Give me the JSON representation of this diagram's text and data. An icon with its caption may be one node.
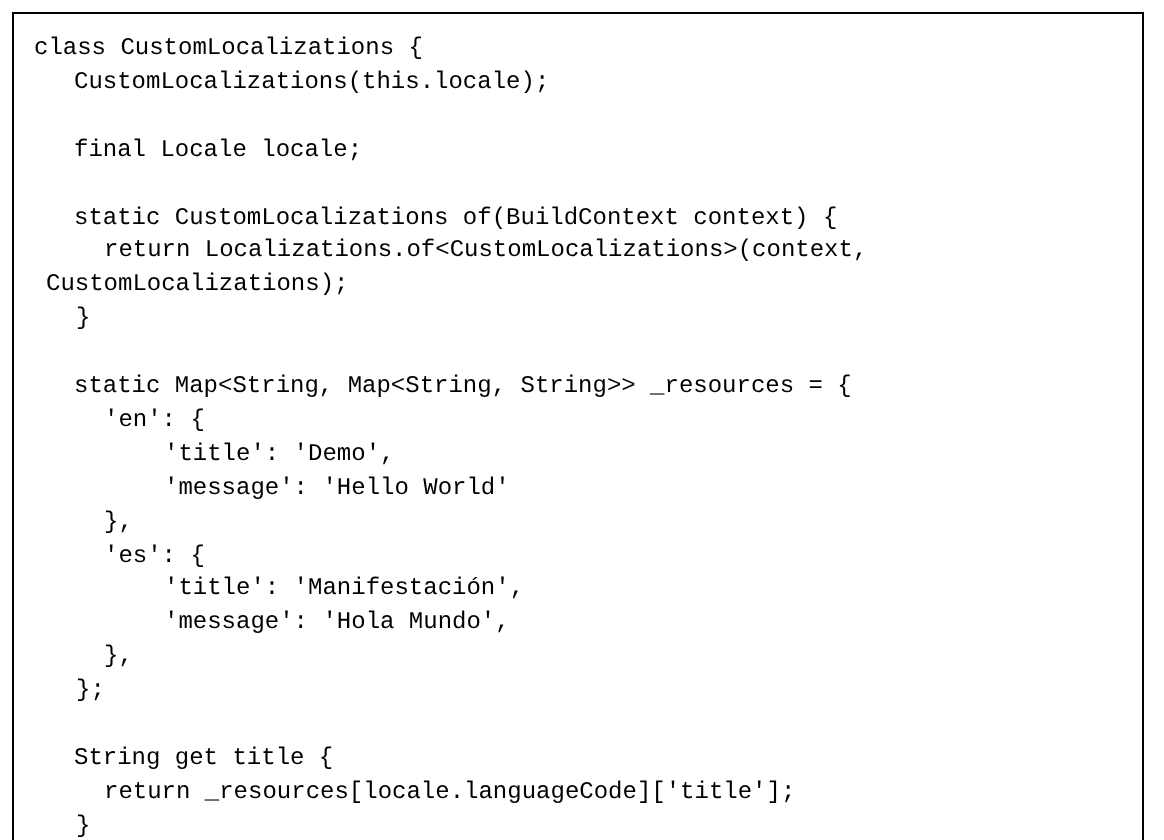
{
  "diagram": {
    "labels": [
      "class CustomLocalizations {",
      "CustomLocalizations(this.locale);",
      "final Locale locale;",
      "static CustomLocalizations of(BuildContext context) {",
      "return Localizations.of<CustomLocalizations>(context,",
      "CustomLocalizations);",
      "}",
      "static Map<String, Map<String, String>> _resources = {",
      "'en': {",
      "'title': 'Demo',",
      "'message': 'Hello World'",
      "},",
      "'es': {",
      "'title': 'Manifestación',",
      "'message': 'Hola Mundo',",
      "},",
      "};",
      "String get title {",
      "return _resources[locale.languageCode]['title'];",
      "}"
    ]
  }
}
